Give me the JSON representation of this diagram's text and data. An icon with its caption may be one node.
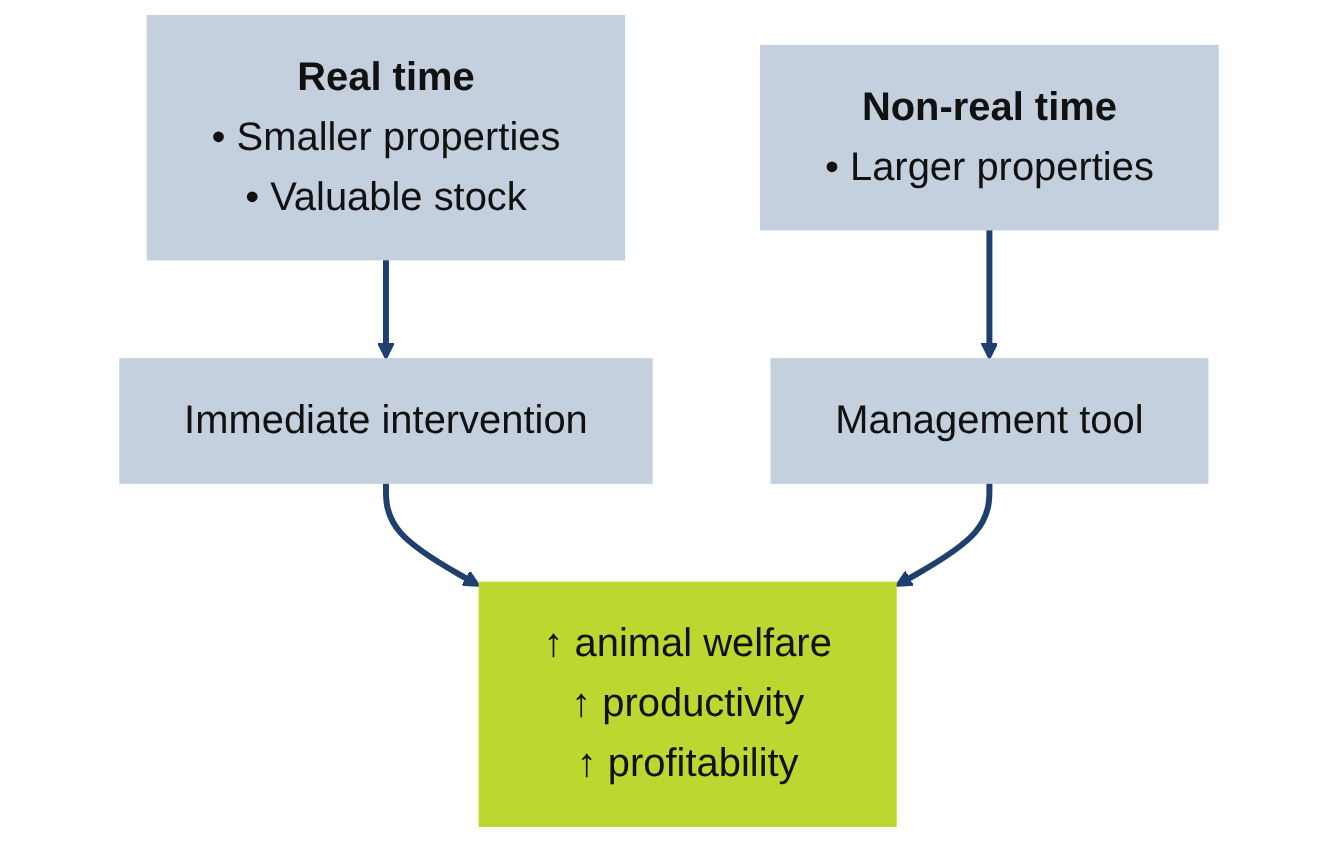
{
  "diagram": {
    "nodes": [
      {
        "text": [
          "Real time",
          "• Smaller properties",
          "• Valuable stock"
        ]
      },
      {
        "text": [
          "Non-real time",
          "• Larger properties"
        ]
      },
      {
        "text": [
          "Immediate intervention"
        ]
      },
      {
        "text": [
          "Management tool"
        ]
      },
      {
        "text": [
          "↑ animal welfare",
          "↑ productivity",
          "↑ profitability"
        ]
      }
    ],
    "edges": [
      {
        "from": 0,
        "to": 2,
        "arrow": "to"
      },
      {
        "from": 1,
        "to": 3,
        "arrow": "to"
      },
      {
        "from": 2,
        "to": 4,
        "arrow": "to"
      },
      {
        "from": 3,
        "to": 4,
        "arrow": "to"
      }
    ]
  }
}
